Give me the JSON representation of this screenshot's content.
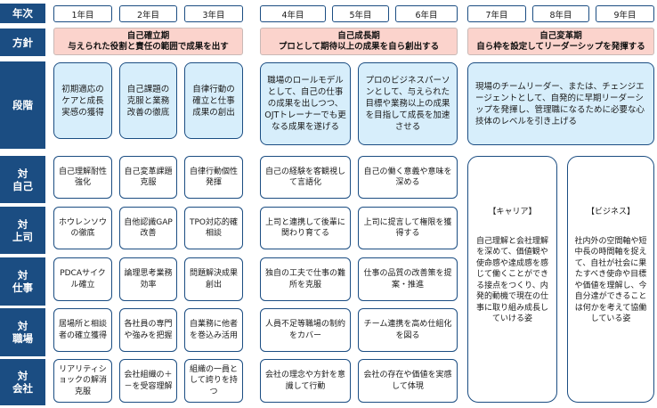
{
  "row_headers": {
    "year": "年次",
    "policy": "方針",
    "stage": "段階",
    "self": [
      "対",
      "自己"
    ],
    "boss": [
      "対",
      "上司"
    ],
    "work": [
      "対",
      "仕事"
    ],
    "workplace": [
      "対",
      "職場"
    ],
    "company": [
      "対",
      "会社"
    ]
  },
  "years": [
    "1年目",
    "2年目",
    "3年目",
    "4年目",
    "5年目",
    "6年目",
    "7年目",
    "8年目",
    "9年目"
  ],
  "policies": [
    {
      "title": "自己確立期",
      "desc": "与えられた役割と責任の範囲で成果を出す"
    },
    {
      "title": "自己成長期",
      "desc": "プロとして期待以上の成果を自ら創出する"
    },
    {
      "title": "自己変革期",
      "desc": "自ら枠を設定してリーダーシップを発揮する"
    }
  ],
  "stages": [
    "初期適応のケアと成長実感の獲得",
    "自己課題の克服と業務改善の徹底",
    "自律行動の確立と仕事成果の創出",
    "職場のロールモデルとして、自己の仕事の成果を出しつつ、OJTトレーナーでも更なる成果を遂げる",
    "プロのビジネスパーソンとして、与えられた目標や業務以上の成果を目指して成長を加速させる",
    "現場のチームリーダー、または、チェンジエージェントとして、自発的に早期リーダーシップを発揮し、管理職になるために必要な心技体のレベルを引き上げる"
  ],
  "grid": {
    "self": [
      "自己理解耐性強化",
      "自己変革課題克服",
      "自律行動個性発揮",
      "自己の経験を客観視して言語化",
      "自己の働く意義や意味を深める"
    ],
    "boss": [
      "ホウレンソウの徹底",
      "自他認識GAP改善",
      "TPO対応的確相談",
      "上司と連携して後輩に関わり育てる",
      "上司に提言して権限を獲得する"
    ],
    "work": [
      "PDCAサイクル確立",
      "論理思考業務効率",
      "問題解決成果創出",
      "独自の工夫で仕事の難所を克服",
      "仕事の品質の改善策を提案・推進"
    ],
    "workplace": [
      "居場所と相談者の確立獲得",
      "各社員の専門や強みを把握",
      "自業務に他者を巻込み活用",
      "人員不足等職場の制約をカバー",
      "チーム連携を高め仕組化を図る"
    ],
    "company": [
      "リアリティショックの解消克服",
      "会社組織の＋－を受容理解",
      "組織の一員として誇りを持つ",
      "会社の理念や方針を意識して行動",
      "会社の存在や価値を実感して体現"
    ]
  },
  "career": {
    "title": "【キャリア】",
    "body": "自己理解と会社理解を深めて、価値観や使命感や達成感を感じて働くことができる接点をつくり、内発的動機で現在の仕事に取り組み成長していける姿"
  },
  "business": {
    "title": "【ビジネス】",
    "body": "社内外の空間軸や短中長の時間軸を捉えて、自社が社会に果たすべき使命や目標や価値を理解し、今自分達ができることは何かを考えて協働している姿"
  }
}
